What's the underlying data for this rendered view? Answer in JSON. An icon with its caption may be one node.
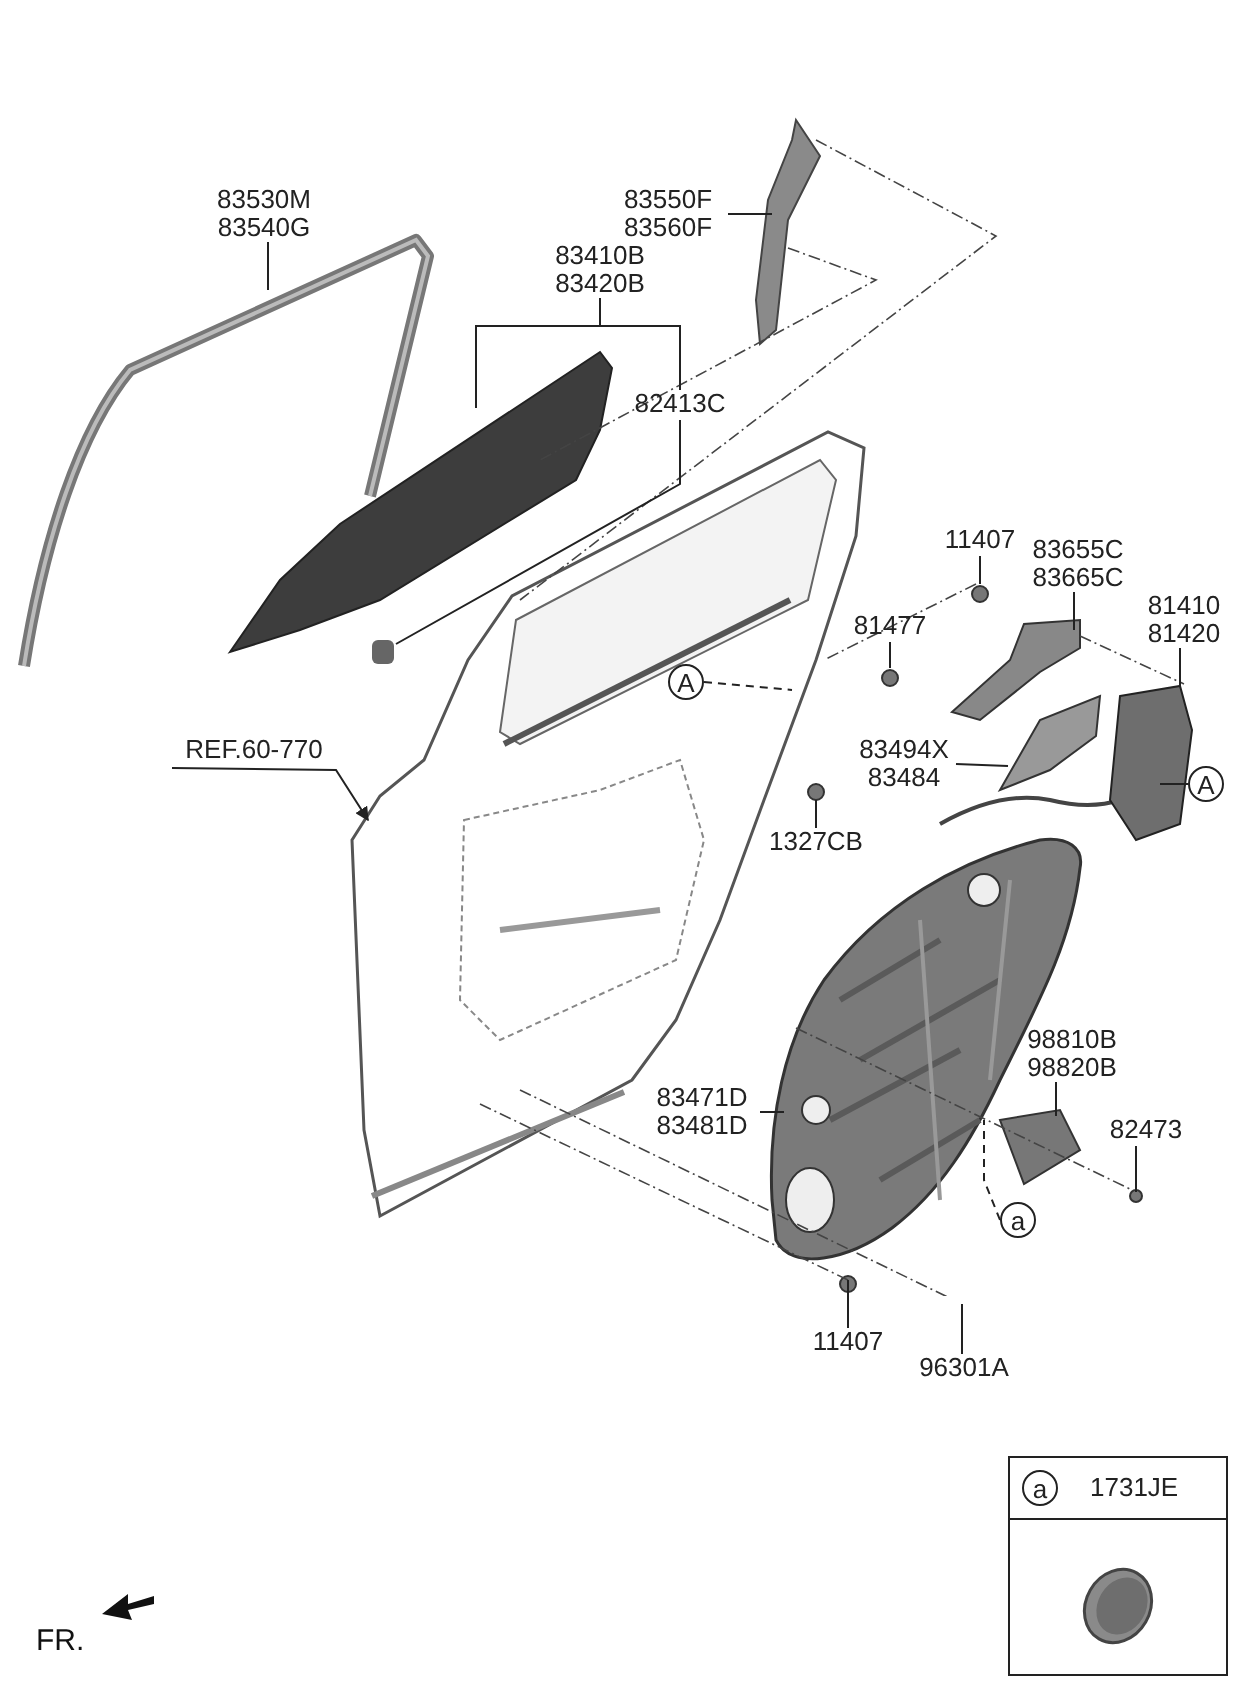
{
  "diagram": {
    "nodes": [
      {
        "text": [
          "83530M",
          "83540G"
        ]
      },
      {
        "text": [
          "83550F",
          "83560F"
        ]
      },
      {
        "text": [
          "83410B",
          "83420B"
        ]
      },
      {
        "text": [
          "82413C"
        ]
      },
      {
        "text": [
          "REF.60-770"
        ]
      },
      {
        "text": [
          "11407"
        ]
      },
      {
        "text": [
          "83655C",
          "83665C"
        ]
      },
      {
        "text": [
          "81410",
          "81420"
        ]
      },
      {
        "text": [
          "81477"
        ]
      },
      {
        "text": [
          "A"
        ]
      },
      {
        "text": [
          "83494X",
          "83484"
        ]
      },
      {
        "text": [
          "A"
        ]
      },
      {
        "text": [
          "1327CB"
        ]
      },
      {
        "text": [
          "98810B",
          "98820B"
        ]
      },
      {
        "text": [
          "82473"
        ]
      },
      {
        "text": [
          "83471D",
          "83481D"
        ]
      },
      {
        "text": [
          "a"
        ]
      },
      {
        "text": [
          "11407"
        ]
      },
      {
        "text": [
          "96301A"
        ]
      },
      {
        "text": [
          "1731JE"
        ]
      },
      {
        "text": [
          "a"
        ],
        "in": 19
      }
    ],
    "edges": [
      {
        "from": 0,
        "to": null,
        "arrow": "none"
      },
      {
        "from": 1,
        "to": null,
        "arrow": "none"
      },
      {
        "from": 2,
        "to": null,
        "arrow": "none"
      },
      {
        "from": 2,
        "to": 3,
        "arrow": "none"
      },
      {
        "from": 3,
        "to": null,
        "arrow": "none"
      },
      {
        "from": 4,
        "to": null,
        "arrow": "to"
      },
      {
        "from": 5,
        "to": null,
        "arrow": "none"
      },
      {
        "from": 6,
        "to": null,
        "arrow": "none"
      },
      {
        "from": 7,
        "to": null,
        "arrow": "none"
      },
      {
        "from": 8,
        "to": null,
        "arrow": "none"
      },
      {
        "from": 9,
        "to": null,
        "arrow": "none",
        "style": "dashed"
      },
      {
        "from": 10,
        "to": null,
        "arrow": "none"
      },
      {
        "from": 11,
        "to": null,
        "arrow": "none"
      },
      {
        "from": 12,
        "to": null,
        "arrow": "none"
      },
      {
        "from": 13,
        "to": null,
        "arrow": "none"
      },
      {
        "from": 14,
        "to": null,
        "arrow": "none"
      },
      {
        "from": 15,
        "to": null,
        "arrow": "none"
      },
      {
        "from": 16,
        "to": null,
        "arrow": "none",
        "style": "dashed"
      },
      {
        "from": 17,
        "to": null,
        "arrow": "none"
      },
      {
        "from": 18,
        "to": null,
        "arrow": "none"
      }
    ],
    "labels": [
      "FR."
    ]
  }
}
